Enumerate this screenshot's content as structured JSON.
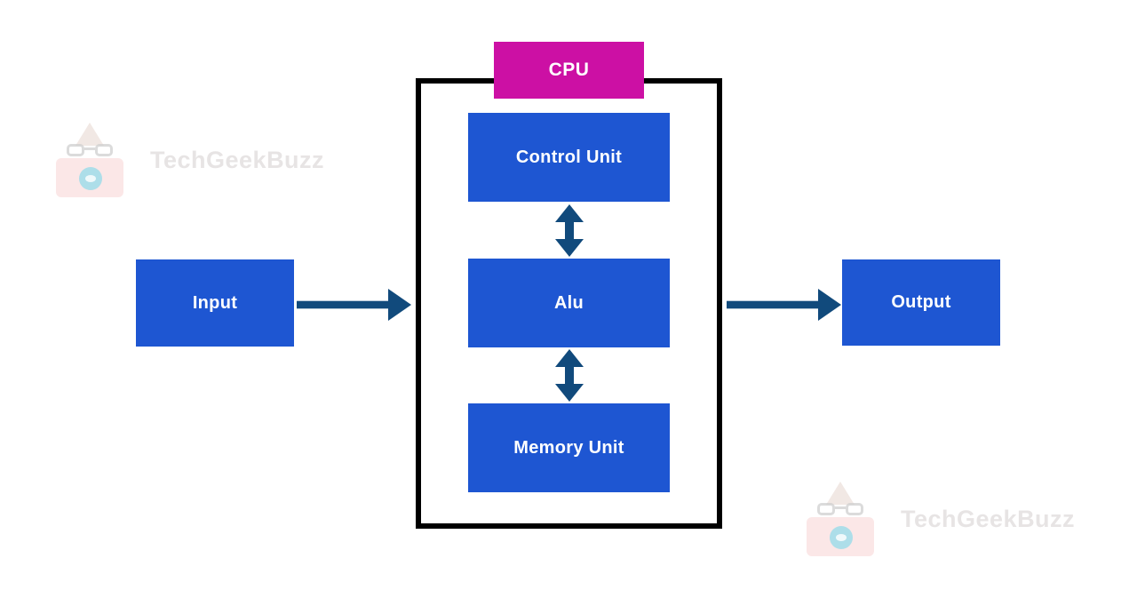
{
  "diagram": {
    "title_block": "CPU",
    "blocks": {
      "input": "Input",
      "output": "Output",
      "control_unit": "Control Unit",
      "alu": "Alu",
      "memory_unit": "Memory Unit"
    },
    "connections": [
      {
        "from": "Input",
        "to": "CPU",
        "type": "arrow-right"
      },
      {
        "from": "CPU",
        "to": "Output",
        "type": "arrow-right"
      },
      {
        "from": "Control Unit",
        "to": "Alu",
        "type": "arrow-bidirectional"
      },
      {
        "from": "Alu",
        "to": "Memory Unit",
        "type": "arrow-bidirectional"
      }
    ]
  },
  "watermark": {
    "text": "TechGeekBuzz"
  },
  "colors": {
    "block_blue": "#1E56D2",
    "cpu_magenta": "#CC10A4",
    "arrow_navy": "#114A7C",
    "cpu_border": "#000000",
    "watermark_text": "#E7E4E4"
  }
}
